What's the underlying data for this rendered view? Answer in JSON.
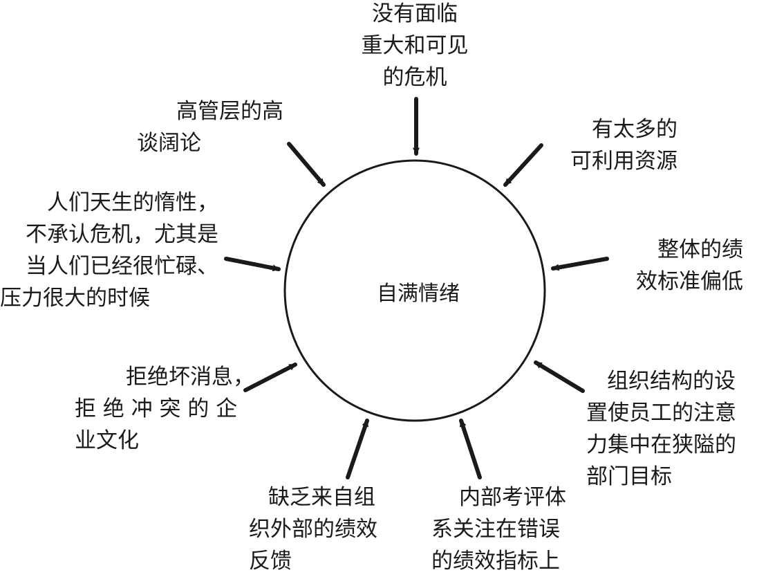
{
  "center": {
    "label": "自满情绪"
  },
  "factors": [
    {
      "id": "top",
      "lines": [
        "没有面临",
        "重大和可见",
        "的危机"
      ]
    },
    {
      "id": "top-left",
      "lines": [
        "高管层的高",
        "谈阔论"
      ]
    },
    {
      "id": "top-right",
      "lines": [
        "有太多的",
        "可利用资源"
      ]
    },
    {
      "id": "left",
      "lines": [
        "人们天生的惰性，",
        "不承认危机，尤其是",
        "当人们已经很忙碌、",
        "压力很大的时候"
      ]
    },
    {
      "id": "right",
      "lines": [
        "整体的绩",
        "效标准偏低"
      ]
    },
    {
      "id": "bottom-left",
      "lines": [
        "拒绝坏消息，",
        "拒 绝 冲 突 的 企",
        "业文化"
      ]
    },
    {
      "id": "bottom-right",
      "lines": [
        "组织结构的设",
        "置使员工的注意",
        "力集中在狭隘的",
        "部门目标"
      ]
    },
    {
      "id": "bottom-center-left",
      "lines": [
        "缺乏来自组",
        "织外部的绩效",
        "反馈"
      ]
    },
    {
      "id": "bottom-center-right",
      "lines": [
        "内部考评体",
        "系关注在错误",
        "的绩效指标上"
      ]
    }
  ]
}
